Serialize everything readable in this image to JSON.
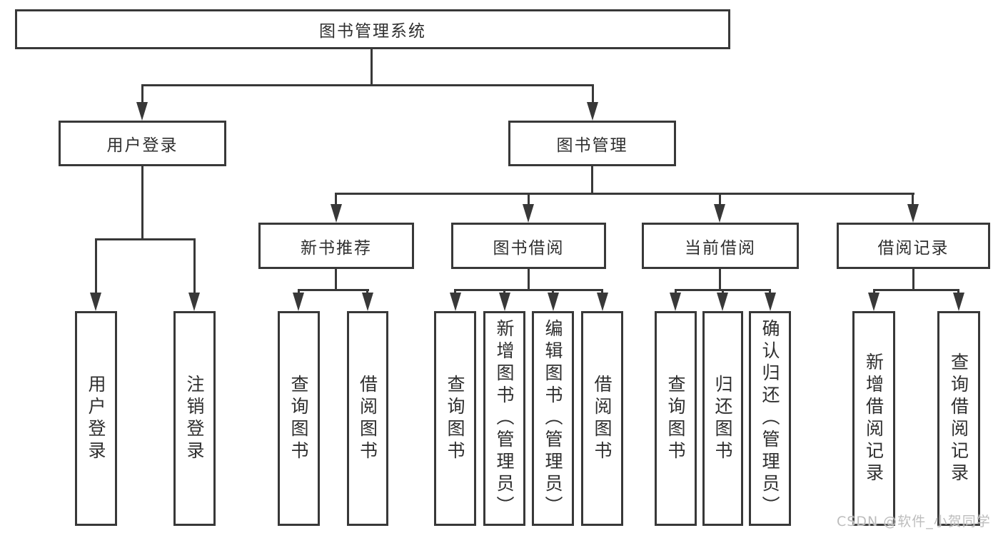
{
  "tree": {
    "root": {
      "label": "图书管理系统"
    },
    "branches": [
      {
        "label": "用户登录",
        "children": [
          {
            "label": "用户登录"
          },
          {
            "label": "注销登录"
          }
        ]
      },
      {
        "label": "图书管理",
        "children": [
          {
            "label": "新书推荐",
            "children": [
              {
                "label": "查询图书"
              },
              {
                "label": "借阅图书"
              }
            ]
          },
          {
            "label": "图书借阅",
            "children": [
              {
                "label": "查询图书"
              },
              {
                "label": "新增图书（管理员）"
              },
              {
                "label": "编辑图书（管理员）"
              },
              {
                "label": "借阅图书"
              }
            ]
          },
          {
            "label": "当前借阅",
            "children": [
              {
                "label": "查询图书"
              },
              {
                "label": "归还图书"
              },
              {
                "label": "确认归还（管理员）"
              }
            ]
          },
          {
            "label": "借阅记录",
            "children": [
              {
                "label": "新增借阅记录"
              },
              {
                "label": "查询借阅记录"
              }
            ]
          }
        ]
      }
    ]
  },
  "watermark": {
    "text": "CSDN @软件_小贺同学"
  },
  "colors": {
    "line": "#383838",
    "text": "#2f2f2f",
    "background": "#ffffff",
    "watermark": "#bdbdbd"
  }
}
